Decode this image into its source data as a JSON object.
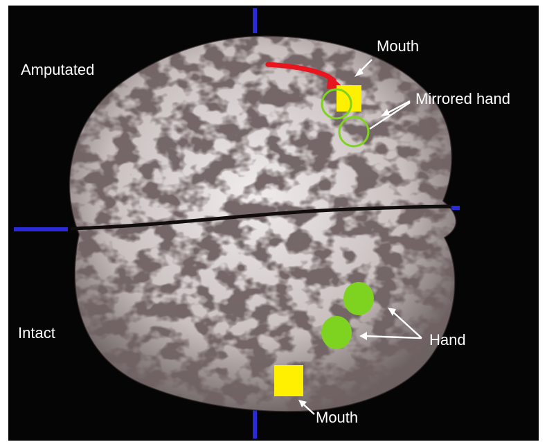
{
  "figure": {
    "labels": {
      "amputated": "Amputated",
      "intact": "Intact",
      "mouth_top": "Mouth",
      "mirrored_hand": "Mirrored hand",
      "hand": "Hand",
      "mouth_bottom": "Mouth"
    },
    "colors": {
      "background": "#050505",
      "crosshair": "#2a2ad8",
      "mouth_marker": "#ffef00",
      "hand_marker": "#7ed321",
      "arrow": "#e8141e",
      "brain_light": "#ece6e6",
      "brain_dark": "#2a2222",
      "label_text": "#ffffff"
    },
    "icons": {
      "mouth_marker": "yellow-square",
      "hand_marker": "green-circle",
      "mirrored_hand_marker": "green-ring",
      "shift_arrow": "red-curved-arrow"
    }
  }
}
